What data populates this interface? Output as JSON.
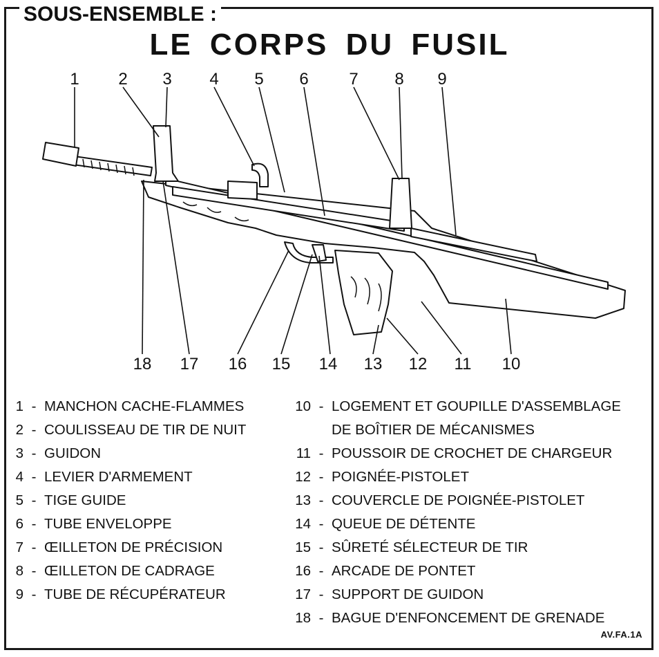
{
  "header": {
    "subtitle": "SOUS-ENSEMBLE :",
    "title": "LE CORPS DU FUSIL"
  },
  "callouts": [
    "1",
    "2",
    "3",
    "4",
    "5",
    "6",
    "7",
    "8",
    "9",
    "10",
    "11",
    "12",
    "13",
    "14",
    "15",
    "16",
    "17",
    "18"
  ],
  "legend": {
    "left": [
      {
        "num": "1",
        "text": "MANCHON CACHE-FLAMMES"
      },
      {
        "num": "2",
        "text": "COULISSEAU DE TIR DE NUIT"
      },
      {
        "num": "3",
        "text": "GUIDON"
      },
      {
        "num": "4",
        "text": "LEVIER D'ARMEMENT"
      },
      {
        "num": "5",
        "text": "TIGE GUIDE"
      },
      {
        "num": "6",
        "text": "TUBE ENVELOPPE"
      },
      {
        "num": "7",
        "text": "ŒILLETON DE PRÉCISION"
      },
      {
        "num": "8",
        "text": "ŒILLETON DE CADRAGE"
      },
      {
        "num": "9",
        "text": "TUBE DE RÉCUPÉRATEUR"
      }
    ],
    "right": [
      {
        "num": "10",
        "text": "LOGEMENT ET GOUPILLE D'ASSEMBLAGE",
        "cont": "DE BOÎTIER DE MÉCANISMES"
      },
      {
        "num": "11",
        "text": "POUSSOIR DE CROCHET DE CHARGEUR"
      },
      {
        "num": "12",
        "text": "POIGNÉE-PISTOLET"
      },
      {
        "num": "13",
        "text": "COUVERCLE DE POIGNÉE-PISTOLET"
      },
      {
        "num": "14",
        "text": "QUEUE DE DÉTENTE"
      },
      {
        "num": "15",
        "text": "SÛRETÉ SÉLECTEUR DE TIR"
      },
      {
        "num": "16",
        "text": "ARCADE DE PONTET"
      },
      {
        "num": "17",
        "text": "SUPPORT DE GUIDON"
      },
      {
        "num": "18",
        "text": "BAGUE D'ENFONCEMENT DE GRENADE"
      }
    ],
    "separator": "-"
  },
  "reference_code": "AV.FA.1A",
  "colors": {
    "ink": "#111111",
    "paper": "#ffffff"
  }
}
